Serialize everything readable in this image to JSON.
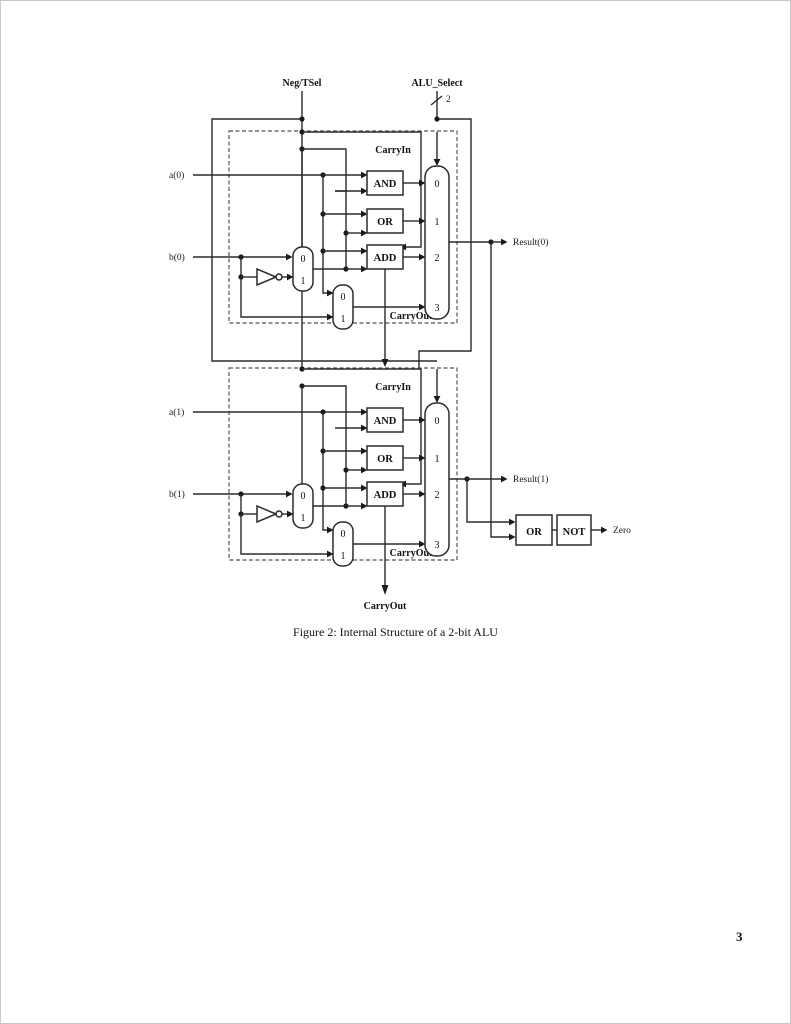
{
  "document": {
    "page_number": "3",
    "figure_caption": "Figure 2: Internal Structure of a 2-bit ALU"
  },
  "diagram": {
    "title": "Internal Structure of a 2-bit ALU",
    "type": "logic-block-diagram",
    "inputs": {
      "neg_tsel": "Neg/TSel",
      "alu_select": "ALU_Select",
      "alu_select_bus_width": "2",
      "a0": "a(0)",
      "b0": "b(0)",
      "a1": "a(1)",
      "b1": "b(1)"
    },
    "outputs": {
      "result0": "Result(0)",
      "result1": "Result(1)",
      "carryout": "CarryOut",
      "zero": "Zero"
    },
    "slice0": {
      "name": "bit-slice-0",
      "carry_in_label": "CarryIn",
      "carry_out_label": "CarryOut",
      "gates": [
        "AND",
        "OR",
        "ADD"
      ],
      "mux_inputs": [
        "0",
        "1",
        "2",
        "3"
      ],
      "bmux_inputs": [
        "0",
        "1"
      ],
      "cmux_inputs": [
        "0",
        "1"
      ]
    },
    "slice1": {
      "name": "bit-slice-1",
      "carry_in_label": "CarryIn",
      "carry_out_label": "CarryOut",
      "gates": [
        "AND",
        "OR",
        "ADD"
      ],
      "mux_inputs": [
        "0",
        "1",
        "2",
        "3"
      ],
      "bmux_inputs": [
        "0",
        "1"
      ],
      "cmux_inputs": [
        "0",
        "1"
      ]
    },
    "zero_logic": {
      "or_gate": "OR",
      "not_gate": "NOT",
      "output": "Zero"
    },
    "colors": {
      "wire": "#2b2b2b",
      "text": "#111111",
      "background": "#ffffff",
      "dashed_border": "#555555"
    }
  }
}
